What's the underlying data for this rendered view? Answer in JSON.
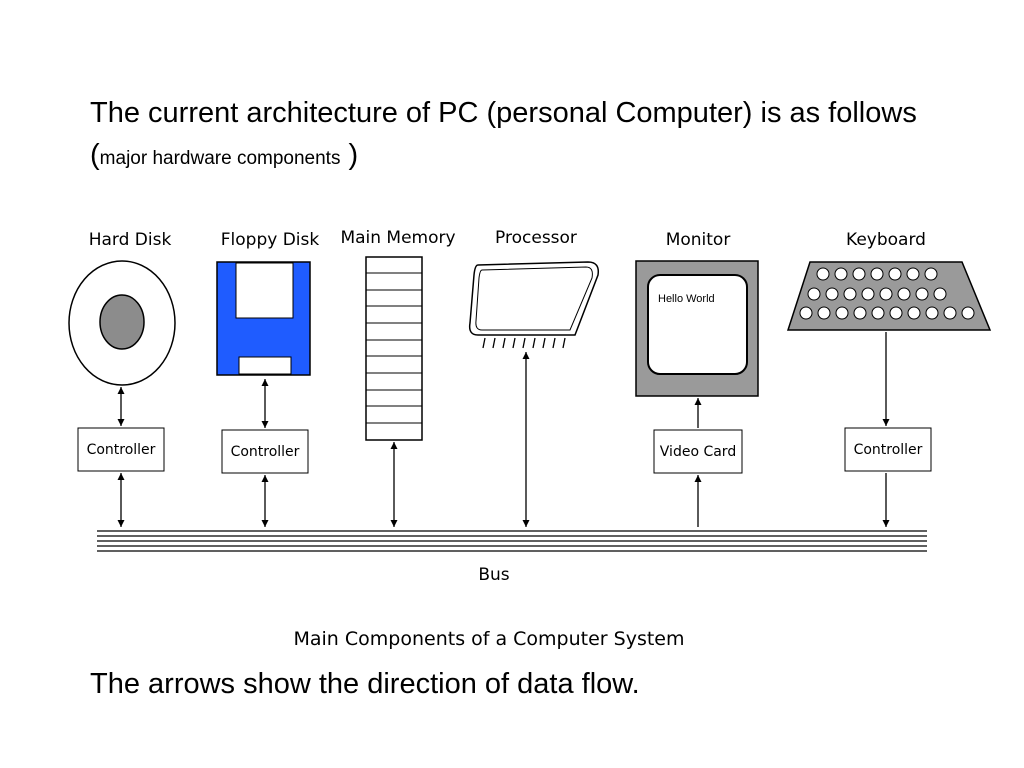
{
  "slide": {
    "intro_main": "The current architecture of PC (personal Computer) is as  follows (",
    "intro_small": "major hardware components",
    "intro_close": " )",
    "note": "The arrows show the direction of data flow."
  },
  "diagram": {
    "components": {
      "hard_disk": "Hard Disk",
      "floppy_disk": "Floppy Disk",
      "main_memory": "Main Memory",
      "processor": "Processor",
      "monitor": "Monitor",
      "keyboard": "Keyboard"
    },
    "controller_label": "Controller",
    "video_card_label": "Video Card",
    "monitor_screen_text": "Hello World",
    "bus_label": "Bus",
    "caption": "Main Components of a Computer System"
  }
}
